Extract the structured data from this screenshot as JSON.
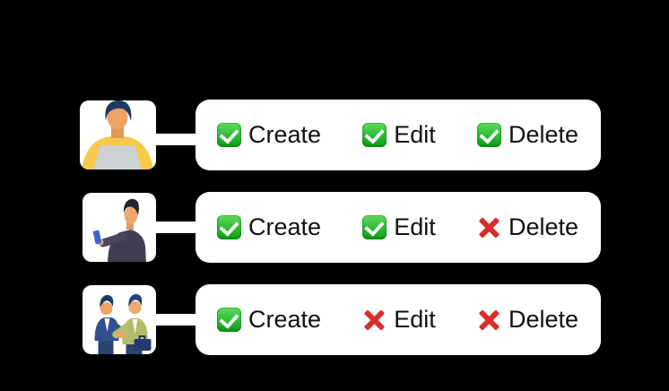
{
  "background_color": "#000000",
  "card_background": "#ffffff",
  "colors": {
    "check_green_top": "#64da5e",
    "check_green_bottom": "#0e9c15",
    "cross_red": "#da2c2c",
    "label_text": "#111111"
  },
  "icons": {
    "allowed": "check-mark-button",
    "denied": "cross-mark"
  },
  "rows": [
    {
      "avatar": {
        "name": "person-working-on-laptop"
      },
      "permissions": [
        {
          "label": "Create",
          "allowed": true
        },
        {
          "label": "Edit",
          "allowed": true
        },
        {
          "label": "Delete",
          "allowed": true
        }
      ]
    },
    {
      "avatar": {
        "name": "person-holding-phone"
      },
      "permissions": [
        {
          "label": "Create",
          "allowed": true
        },
        {
          "label": "Edit",
          "allowed": true
        },
        {
          "label": "Delete",
          "allowed": false
        }
      ]
    },
    {
      "avatar": {
        "name": "two-people-handshake"
      },
      "permissions": [
        {
          "label": "Create",
          "allowed": true
        },
        {
          "label": "Edit",
          "allowed": false
        },
        {
          "label": "Delete",
          "allowed": false
        }
      ]
    }
  ]
}
